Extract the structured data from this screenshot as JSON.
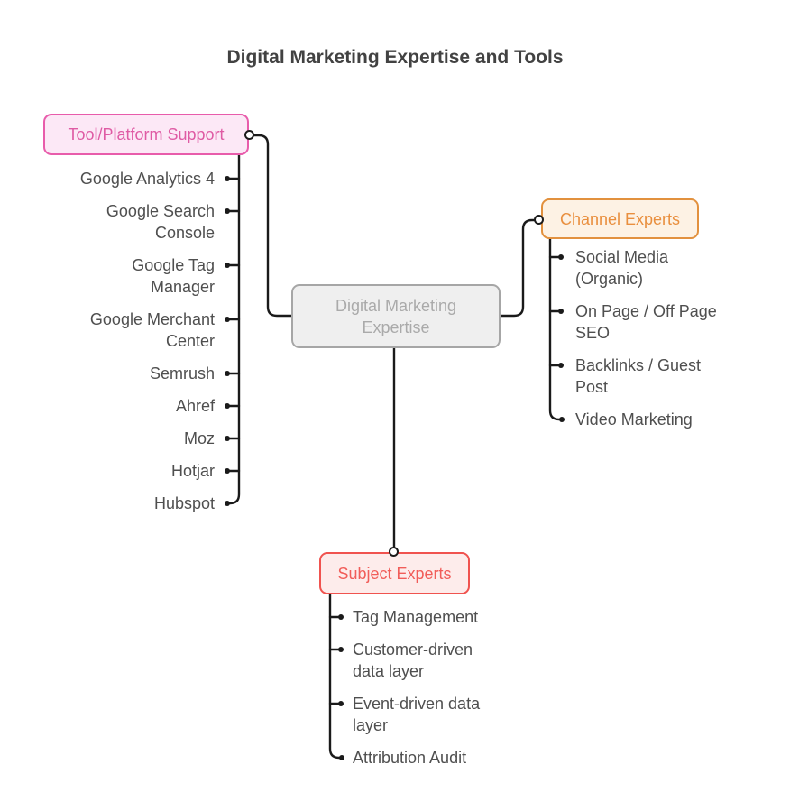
{
  "title": "Digital Marketing Expertise and Tools",
  "root": {
    "label": "Digital Marketing\nExpertise"
  },
  "branches": [
    {
      "label": "Tool/Platform Support",
      "children": [
        "Google Analytics 4",
        "Google Search\nConsole",
        "Google Tag\nManager",
        "Google Merchant\nCenter",
        "Semrush",
        "Ahref",
        "Moz",
        "Hotjar",
        "Hubspot"
      ]
    },
    {
      "label": "Channel Experts",
      "children": [
        "Social Media\n(Organic)",
        "On Page / Off Page\nSEO",
        "Backlinks / Guest\nPost",
        "Video Marketing"
      ]
    },
    {
      "label": "Subject Experts",
      "children": [
        "Tag Management",
        "Customer-driven\ndata layer",
        "Event-driven data\nlayer",
        "Attribution Audit"
      ]
    }
  ],
  "colors": {
    "line": "#1a1a1a",
    "title_text": "#424242",
    "leaf_text": "#4f4f4f",
    "root": {
      "bg": "#efefef",
      "border": "#a6a6a6",
      "text": "#aaaaaa"
    },
    "pink": {
      "bg": "#fce8f6",
      "border": "#e85cab",
      "text": "#df5ba4"
    },
    "orange": {
      "bg": "#fdf2e4",
      "border": "#e2913e",
      "text": "#e98f3e"
    },
    "red": {
      "bg": "#fdeceb",
      "border": "#f0534f",
      "text": "#f15d59"
    }
  }
}
